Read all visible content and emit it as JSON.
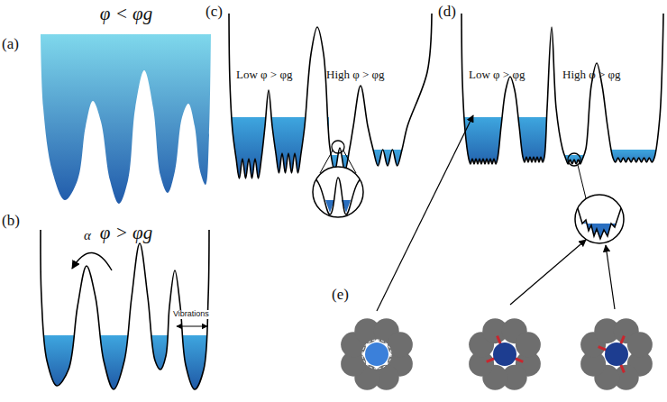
{
  "diagram": {
    "labels": [
      "(a)",
      "φ < φg",
      "(b)",
      "φ > φg",
      "α",
      "Vibrations",
      "(c)",
      "Low φ > φg",
      "High φ > φg",
      "(d)",
      "Low φ > φg",
      "High φ > φg",
      "(e)"
    ]
  }
}
